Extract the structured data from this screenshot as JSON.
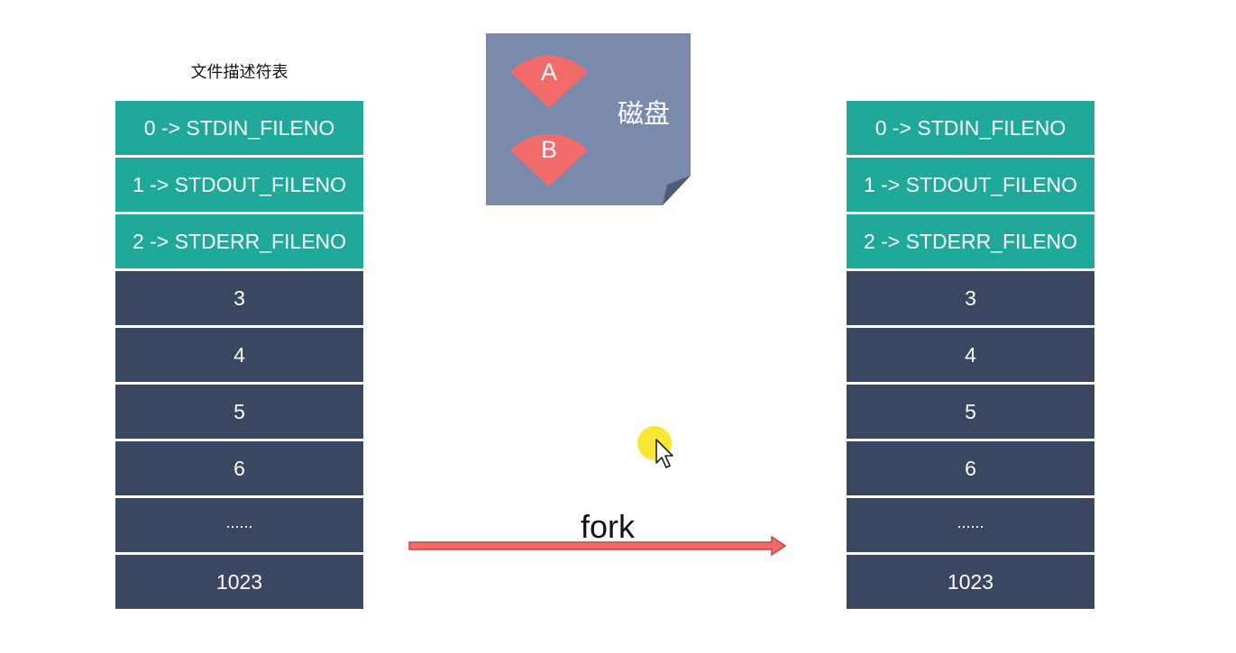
{
  "table_title": "文件描述符表",
  "left_table": {
    "rows": [
      {
        "label": "0 -> STDIN_FILENO",
        "kind": "std"
      },
      {
        "label": "1 -> STDOUT_FILENO",
        "kind": "std"
      },
      {
        "label": "2 -> STDERR_FILENO",
        "kind": "std"
      },
      {
        "label": "3",
        "kind": "other"
      },
      {
        "label": "4",
        "kind": "other"
      },
      {
        "label": "5",
        "kind": "other"
      },
      {
        "label": "6",
        "kind": "other"
      },
      {
        "label": "......",
        "kind": "other"
      },
      {
        "label": "1023",
        "kind": "other"
      }
    ]
  },
  "right_table": {
    "rows": [
      {
        "label": "0 -> STDIN_FILENO",
        "kind": "std"
      },
      {
        "label": "1 -> STDOUT_FILENO",
        "kind": "std"
      },
      {
        "label": "2 -> STDERR_FILENO",
        "kind": "std"
      },
      {
        "label": "3",
        "kind": "other"
      },
      {
        "label": "4",
        "kind": "other"
      },
      {
        "label": "5",
        "kind": "other"
      },
      {
        "label": "6",
        "kind": "other"
      },
      {
        "label": "......",
        "kind": "other"
      },
      {
        "label": "1023",
        "kind": "other"
      }
    ]
  },
  "disk": {
    "label": "磁盘",
    "file_a": "A",
    "file_b": "B"
  },
  "fork_label": "fork",
  "colors": {
    "std_row": "#1fa99a",
    "other_row": "#3b4660",
    "disk_bg": "#7a8aac",
    "file_fan": "#f26b6b",
    "arrow": "#f26b6b",
    "cursor_highlight": "#f7e200"
  }
}
